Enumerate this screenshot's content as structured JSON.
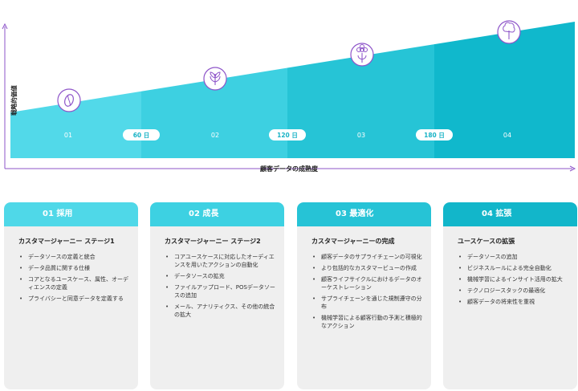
{
  "diagram": {
    "y_axis_label": "戦略的価値",
    "x_axis_label": "顧客データの成熟度",
    "stages": [
      {
        "label": "01",
        "icon": "coffee-bean-icon",
        "color": "#52d9e9"
      },
      {
        "label": "02",
        "icon": "sprout-icon",
        "color": "#3dd0e1"
      },
      {
        "label": "03",
        "icon": "flower-icon",
        "color": "#26c4d6"
      },
      {
        "label": "04",
        "icon": "tree-icon",
        "color": "#10b8cc"
      }
    ],
    "milestones": [
      "60 日",
      "120 日",
      "180 日"
    ],
    "colors": {
      "axis": "#8e55c9",
      "icon_stroke": "#8e55c9",
      "pill_text": "#1ab3c6"
    }
  },
  "cards": [
    {
      "header": "01 採用",
      "header_color": "#4fd8e8",
      "title": "カスタマージャーニー ステージ1",
      "items": [
        "データソースの定義と統合",
        "データ品質に関する仕様",
        "コアとなるユースケース、属性、オーディエンスの定義",
        "プライバシーと同意データを定義する"
      ]
    },
    {
      "header": "02 成長",
      "header_color": "#3dd1e2",
      "title": "カスタマージャーニー ステージ2",
      "items": [
        "コアユースケースに対応したオーディエンスを用いたアクションの自動化",
        "データソースの拡充",
        "ファイルアップロード、POSデータソースの追加",
        "メール、アナリティクス、その他の統合の拡大"
      ]
    },
    {
      "header": "03 最適化",
      "header_color": "#26c3d6",
      "title": "カスタマージャーニーの完成",
      "items": [
        "顧客データのサプライチェーンの可視化",
        "より包括的なカスタマービューの作成",
        "顧客ライフサイクルにおけるデータのオーケストレーション",
        "サプライチェーンを通じた規制遵守の分布",
        "機械学習による顧客行動の予測と積極的なアクション"
      ]
    },
    {
      "header": "04 拡張",
      "header_color": "#12b6ca",
      "title": "ユースケースの拡張",
      "items": [
        "データソースの追加",
        "ビジネスルールによる完全自動化",
        "機械学習によるインサイト活用の拡大",
        "テクノロジースタックの最適化",
        "顧客データの将来性を重視"
      ]
    }
  ]
}
